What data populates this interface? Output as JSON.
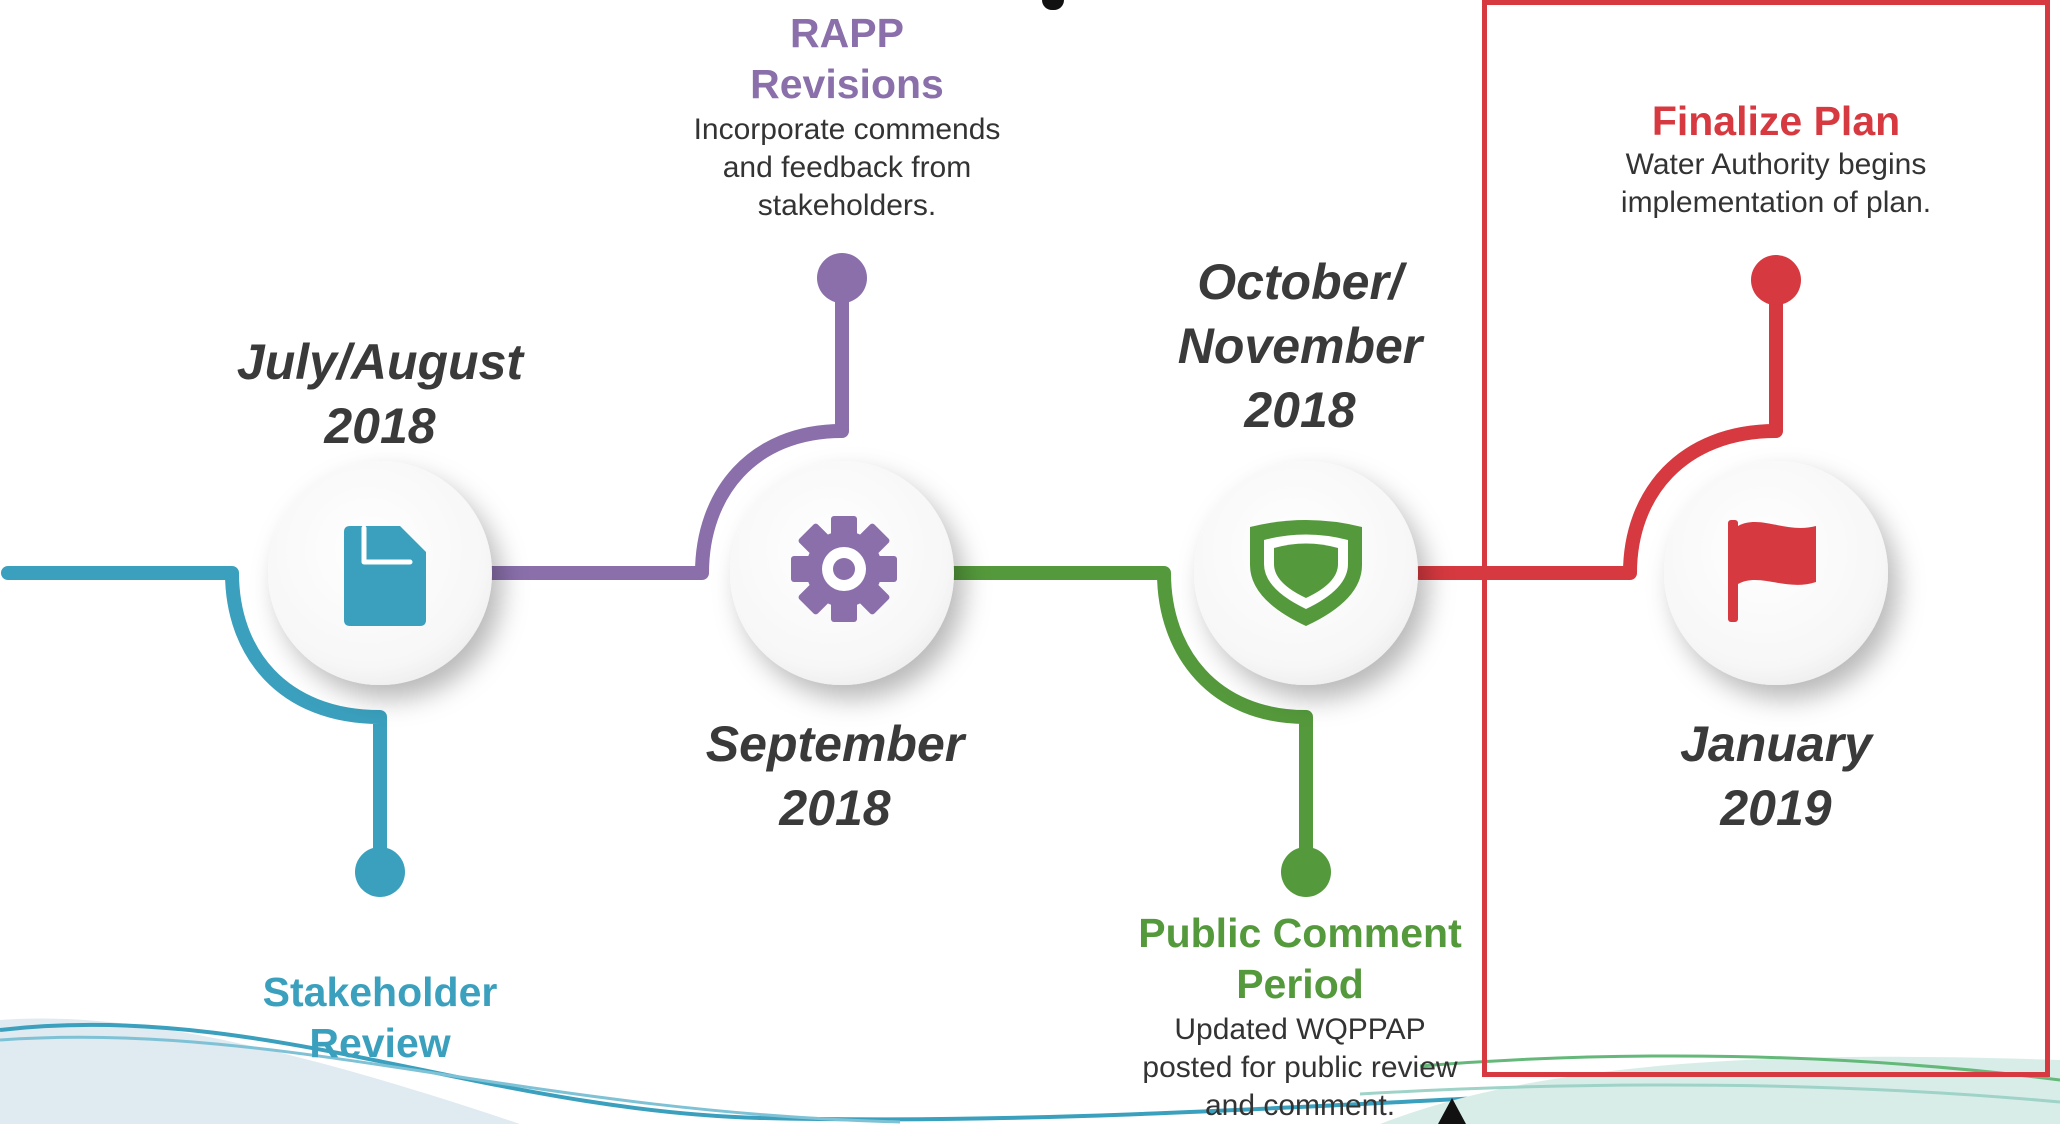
{
  "colors": {
    "blue": "#3aa0bd",
    "purple": "#8a6fab",
    "green": "#54993b",
    "red": "#d6393f",
    "date_text": "#3a3a3a",
    "desc_text": "#333333",
    "highlight_border": "#d6393f"
  },
  "milestones": [
    {
      "id": "stakeholder-review",
      "date_line1": "July/August",
      "date_line2": "2018",
      "title_line1": "Stakeholder",
      "title_line2": "Review",
      "icon": "document-icon",
      "color": "#3aa0bd"
    },
    {
      "id": "rapp-revisions",
      "date_line1": "September",
      "date_line2": "2018",
      "title_line1": "RAPP",
      "title_line2": "Revisions",
      "desc_line1": "Incorporate commends",
      "desc_line2": "and feedback from",
      "desc_line3": "stakeholders.",
      "icon": "gear-icon",
      "color": "#8a6fab"
    },
    {
      "id": "public-comment-period",
      "date_line1": "October/",
      "date_line2": "November",
      "date_line3": "2018",
      "title_line1": "Public Comment",
      "title_line2": "Period",
      "desc_line1": "Updated WQPPAP",
      "desc_line2": "posted for public review",
      "desc_line3": "and comment.",
      "icon": "shield-icon",
      "color": "#54993b"
    },
    {
      "id": "finalize-plan",
      "date_line1": "January",
      "date_line2": "2019",
      "title_line1": "Finalize Plan",
      "desc_line1": "Water Authority begins",
      "desc_line2": "implementation of plan.",
      "icon": "flag-icon",
      "color": "#d6393f"
    }
  ]
}
